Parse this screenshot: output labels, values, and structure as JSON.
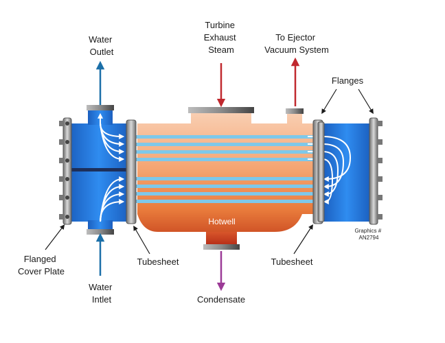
{
  "labels": {
    "water_outlet": [
      "Water",
      "Outlet"
    ],
    "turbine_exhaust": [
      "Turbine",
      "Exhaust",
      "Steam"
    ],
    "ejector": [
      "To Ejector",
      "Vacuum System"
    ],
    "flanges": "Flanges",
    "flanged_cover": [
      "Flanged",
      "Cover Plate"
    ],
    "tubesheet_left": "Tubesheet",
    "tubesheet_right": "Tubesheet",
    "water_inlet": [
      "Water",
      "Intlet"
    ],
    "condensate": "Condensate",
    "hotwell": "Hotwell",
    "graphics": [
      "Graphics #",
      "AN2794"
    ]
  },
  "colors": {
    "water_blue": "#1e73d8",
    "water_arrow": "#1b6fa8",
    "steam_arrow": "#c0282e",
    "condensate_arrow": "#9b3a96",
    "shell_top": "#f7c4a2",
    "shell_bottom": "#c9431e",
    "tube": "#7ec8ea",
    "flange": "#9a9a9a"
  }
}
